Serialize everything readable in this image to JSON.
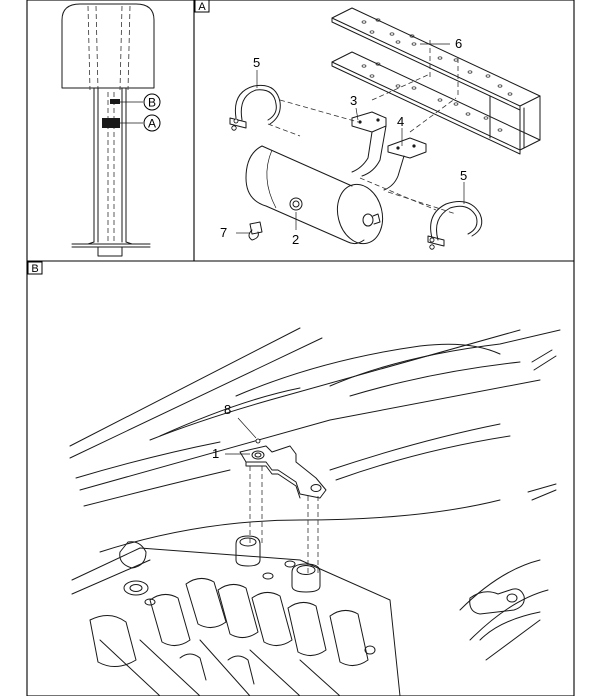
{
  "panel_a": {
    "label": "A",
    "callouts": [
      "6",
      "5",
      "3",
      "4",
      "5",
      "7",
      "2"
    ]
  },
  "panel_b": {
    "label": "B",
    "callouts": [
      "8",
      "1"
    ]
  },
  "side_view": {
    "marker_b": "B",
    "marker_a": "A"
  }
}
